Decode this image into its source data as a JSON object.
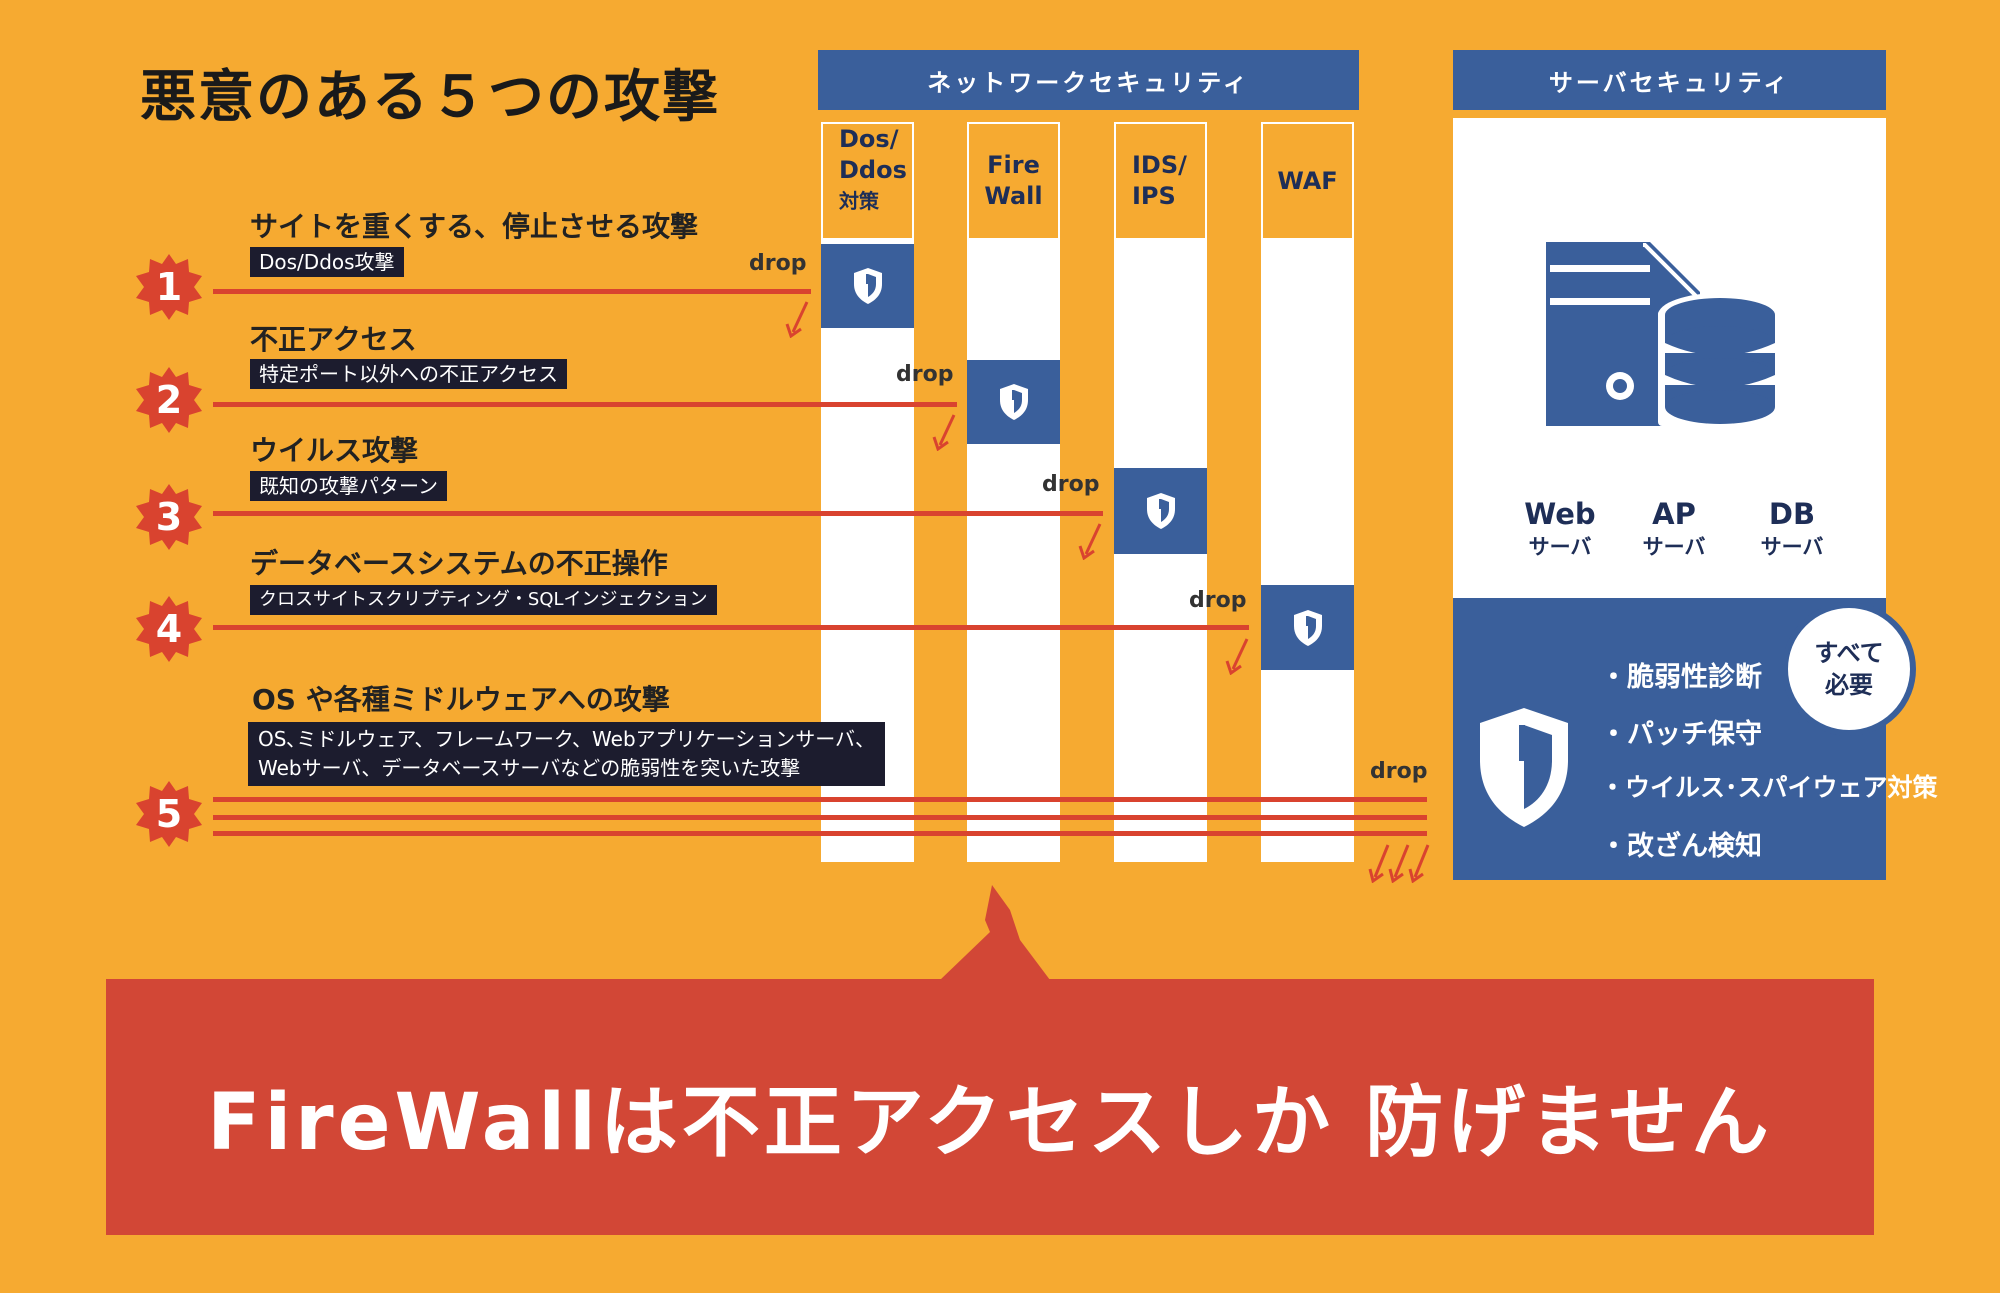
{
  "title": "悪意のある５つの攻撃",
  "network_security": {
    "label": "ネットワークセキュリティ",
    "columns": [
      {
        "lines": [
          "Dos/",
          "Ddos",
          "対策"
        ]
      },
      {
        "lines": [
          "Fire",
          "Wall"
        ]
      },
      {
        "lines": [
          "IDS/",
          "IPS"
        ]
      },
      {
        "lines": [
          "WAF"
        ]
      }
    ]
  },
  "server_security": {
    "label": "サーバセキュリティ",
    "servers": [
      {
        "name": "Web",
        "sub": "サーバ"
      },
      {
        "name": "AP",
        "sub": "サーバ"
      },
      {
        "name": "DB",
        "sub": "サーバ"
      }
    ],
    "requirements": [
      "・脆弱性診断",
      "・パッチ保守",
      "・ウイルス･スパイウェア対策",
      "・改ざん検知"
    ],
    "required_badge": [
      "すべて",
      "必要"
    ]
  },
  "attacks": [
    {
      "number": "1",
      "title": "サイトを重くする、停止させる攻撃",
      "tag": "Dos/Ddos攻撃",
      "drop": "drop"
    },
    {
      "number": "2",
      "title": "不正アクセス",
      "tag": "特定ポート以外への不正アクセス",
      "drop": "drop"
    },
    {
      "number": "3",
      "title": "ウイルス攻撃",
      "tag": "既知の攻撃パターン",
      "drop": "drop"
    },
    {
      "number": "4",
      "title": "データベースシステムの不正操作",
      "tag": "クロスサイトスクリプティング・SQLインジェクション",
      "drop": "drop"
    },
    {
      "number": "5",
      "title": "OS や各種ミドルウェアへの攻撃",
      "tag_lines": [
        "OS､ミドルウェア、フレームワーク、Webアプリケーションサーバ、",
        "Webサーバ、データベースサーバなどの脆弱性を突いた攻撃"
      ],
      "drop": "drop"
    }
  ],
  "banner": {
    "text": "FireWallは不正アクセスしか 防げません"
  },
  "colors": {
    "background": "#F6AA31",
    "blue": "#3A5F9B",
    "red": "#D9432F",
    "banner": "#D24736",
    "dark_tag": "#1c1c2e"
  }
}
